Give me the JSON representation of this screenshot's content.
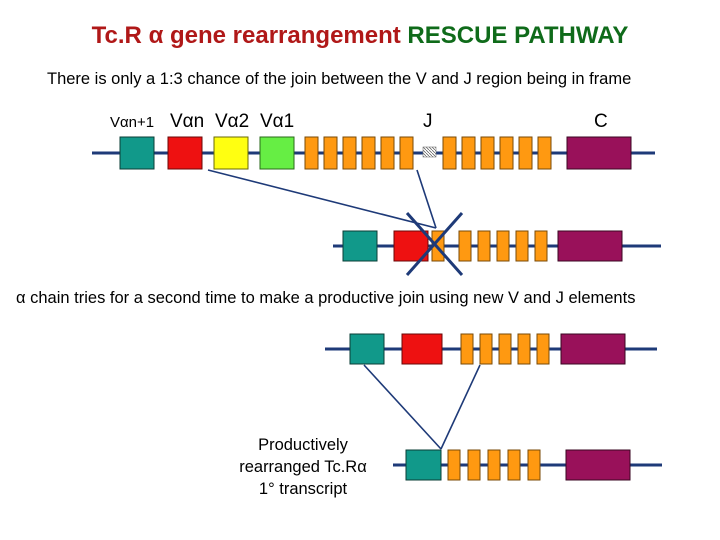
{
  "title": {
    "part1": "Tc.R ",
    "alpha": "α",
    "part2": " gene rearrangement ",
    "part3": "RESCUE PATHWAY"
  },
  "subtitle": "There is only a 1:3 chance of the join between the V and J region being in frame",
  "labels": {
    "v_n_plus_1": "Vαn+1",
    "v_n": "Vαn",
    "v_2": "Vα2",
    "v_1": "Vα1",
    "j": "J",
    "c": "C"
  },
  "second_attempt_text": "α chain tries for a second time to make a productive join using new V and J elements",
  "caption": {
    "line1": "Productively",
    "line2": "rearranged Tc.Rα",
    "line3": "1° transcript"
  },
  "colors": {
    "title_red": "#b01818",
    "title_green": "#0f6b1a",
    "teal": "#11998a",
    "red": "#ee1111",
    "yellow": "#ffff11",
    "green": "#66ee44",
    "orange": "#ff9911",
    "maroon": "#99115a"
  }
}
